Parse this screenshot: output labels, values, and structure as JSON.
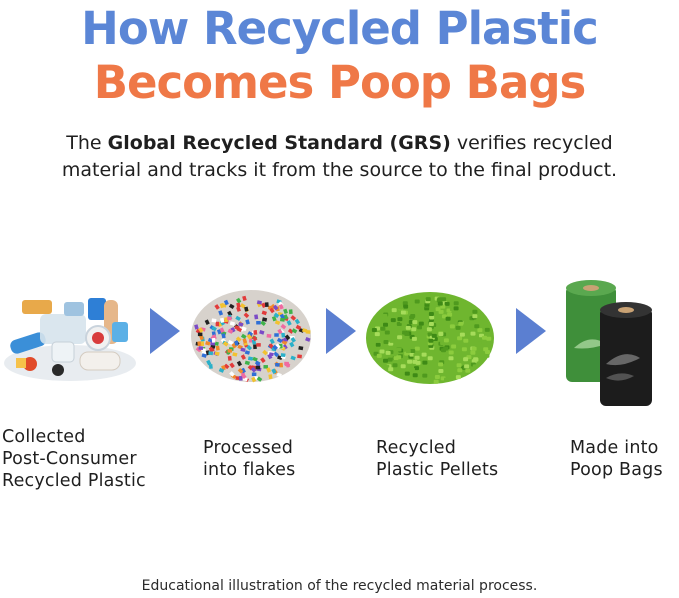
{
  "header": {
    "title_line1": "How Recycled Plastic",
    "title_line2": "Becomes Poop Bags",
    "title_color1": "#5b86d6",
    "title_color2": "#ef7847"
  },
  "intro": {
    "prefix": "The ",
    "bold": "Global Recycled Standard (GRS)",
    "suffix_line1": " verifies recycled",
    "line2": "material and tracks it from the source to the final product."
  },
  "stages": [
    {
      "icon": "plastic-waste-pile-icon",
      "lines": [
        "Collected",
        "Post-Consumer",
        "Recycled Plastic"
      ]
    },
    {
      "icon": "plastic-flakes-icon",
      "lines": [
        "Processed",
        "into flakes"
      ]
    },
    {
      "icon": "green-pellets-icon",
      "lines": [
        "Recycled",
        "Plastic Pellets"
      ]
    },
    {
      "icon": "poop-bag-rolls-icon",
      "lines": [
        "Made into",
        "Poop Bags"
      ]
    }
  ],
  "arrow_color": "#5b7fd1",
  "footer": "Educational illustration of the recycled material process."
}
